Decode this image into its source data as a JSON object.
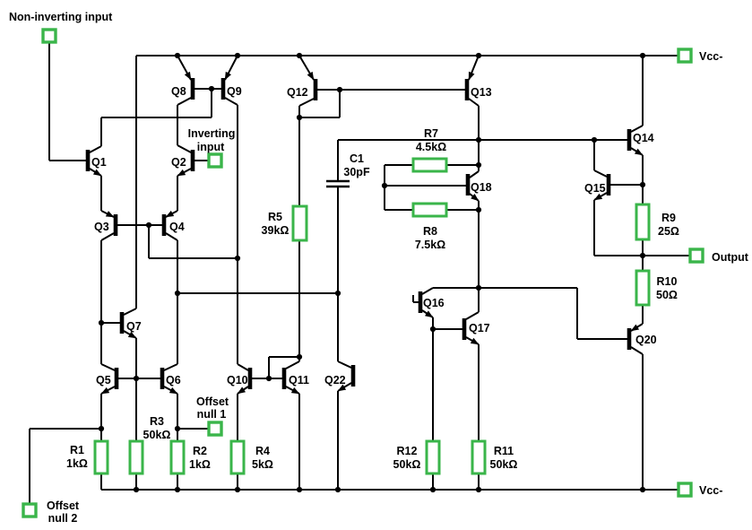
{
  "terminals": {
    "non_inverting_input": "Non-inverting input",
    "inverting_input_line1": "Inverting",
    "inverting_input_line2": "input",
    "vcc_top": "Vcc-",
    "vcc_bottom": "Vcc-",
    "output": "Output",
    "offset_null_1_line1": "Offset",
    "offset_null_1_line2": "null 1",
    "offset_null_2_line1": "Offset",
    "offset_null_2_line2": "null 2"
  },
  "transistors": {
    "q1": "Q1",
    "q2": "Q2",
    "q3": "Q3",
    "q4": "Q4",
    "q5": "Q5",
    "q6": "Q6",
    "q7": "Q7",
    "q8": "Q8",
    "q9": "Q9",
    "q10": "Q10",
    "q11": "Q11",
    "q12": "Q12",
    "q13": "Q13",
    "q14": "Q14",
    "q15": "Q15",
    "q16": "Q16",
    "q17": "Q17",
    "q18": "Q18",
    "q20": "Q20",
    "q22": "Q22"
  },
  "resistors": {
    "r1": {
      "name": "R1",
      "value": "1kΩ"
    },
    "r2": {
      "name": "R2",
      "value": "1kΩ"
    },
    "r3": {
      "name": "R3",
      "value": "50kΩ"
    },
    "r4": {
      "name": "R4",
      "value": "5kΩ"
    },
    "r5": {
      "name": "R5",
      "value": "39kΩ"
    },
    "r7": {
      "name": "R7",
      "value": "4.5kΩ"
    },
    "r8": {
      "name": "R8",
      "value": "7.5kΩ"
    },
    "r9": {
      "name": "R9",
      "value": "25Ω"
    },
    "r10": {
      "name": "R10",
      "value": "50Ω"
    },
    "r11": {
      "name": "R11",
      "value": "50kΩ"
    },
    "r12": {
      "name": "R12",
      "value": "50kΩ"
    }
  },
  "capacitors": {
    "c1": {
      "name": "C1",
      "value": "30pF"
    }
  },
  "colors": {
    "component_green": "#3ab54a",
    "wire_black": "#000000"
  }
}
